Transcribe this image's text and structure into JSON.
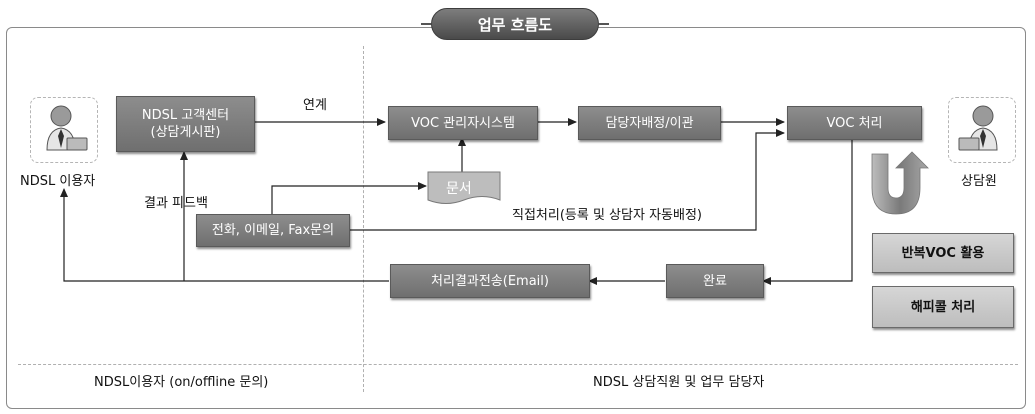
{
  "title": "업무 흐름도",
  "actors": {
    "user": "NDSL 이용자",
    "agent": "상담원"
  },
  "nodes": {
    "ndsl_center": [
      "NDSL 고객센터",
      "(상담게시판)"
    ],
    "voc_system": "VOC 관리자시스템",
    "assign": "담당자배정/이관",
    "voc_process": "VOC 처리",
    "document": "문서",
    "phone_email_fax": "전화, 이메일, Fax문의",
    "result_send": "처리결과전송(Email)",
    "complete": "완료",
    "repeat_voc": "반복VOC 활용",
    "happy_call": "해피콜 처리"
  },
  "labels": {
    "link": "연계",
    "feedback": "결과 피드백",
    "direct": "직접처리(등록 및 상담자 자동배정)"
  },
  "lanes": {
    "left": "NDSL이용자 (on/offline 문의)",
    "right": "NDSL 상담직원 및 업무 담당자"
  }
}
